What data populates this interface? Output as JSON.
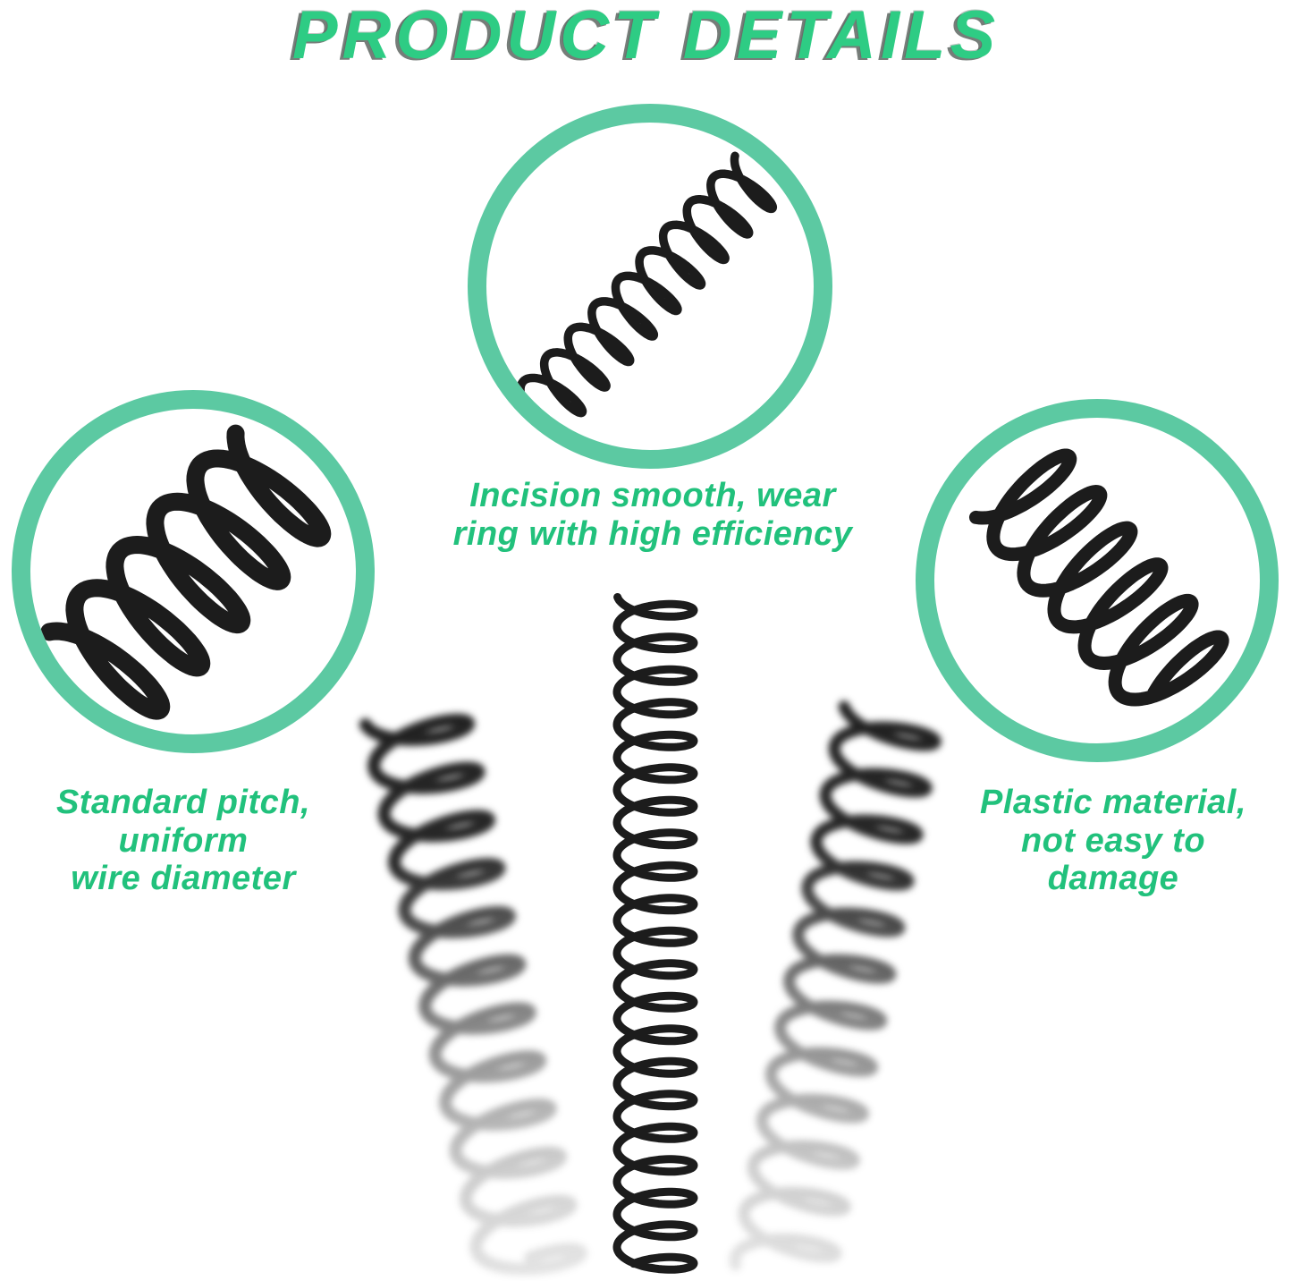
{
  "title": {
    "text": "PRODUCT DETAILS"
  },
  "colors": {
    "title_green": "#2ecc84",
    "label_green": "#21c17c",
    "ring_green": "#5cc9a2",
    "coil_black": "#1c1c1c"
  },
  "callouts": {
    "top": {
      "photo": "spiral-coil-closeup-diagonal-up",
      "lines": [
        "Incision smooth, wear",
        "ring with high efficiency"
      ]
    },
    "left": {
      "photo": "spiral-coil-closeup-thick",
      "lines": [
        "Standard pitch,",
        "uniform",
        "wire diameter"
      ]
    },
    "right": {
      "photo": "spiral-coil-closeup-diagonal-down",
      "lines": [
        "Plastic material,",
        "not easy to",
        "damage"
      ]
    }
  },
  "products": {
    "left": "spiral-coil-blurred",
    "center": "spiral-coil-sharp",
    "right": "spiral-coil-blurred"
  }
}
